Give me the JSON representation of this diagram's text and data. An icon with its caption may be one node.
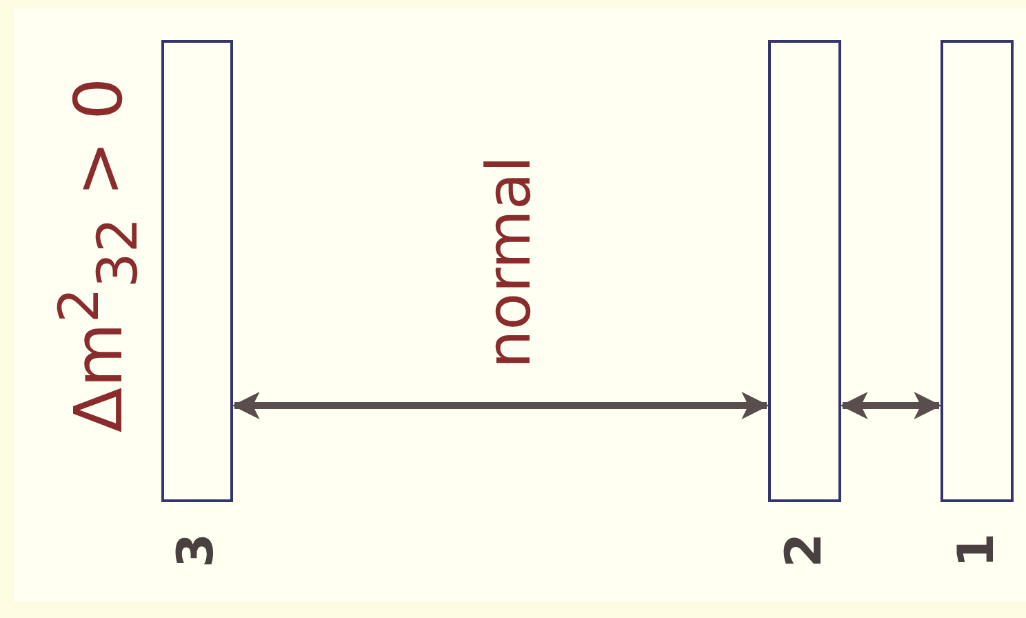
{
  "diagram": {
    "nodes": [
      {
        "text": [
          "3"
        ]
      },
      {
        "text": [
          "2"
        ]
      },
      {
        "text": [
          "1"
        ]
      }
    ],
    "edges": [
      {
        "from": 0,
        "to": 1,
        "arrow": "both"
      },
      {
        "from": 1,
        "to": 2,
        "arrow": "both"
      }
    ],
    "labels": [
      "normal",
      "Δm$^{2}$$_{32}$ > 0"
    ]
  }
}
